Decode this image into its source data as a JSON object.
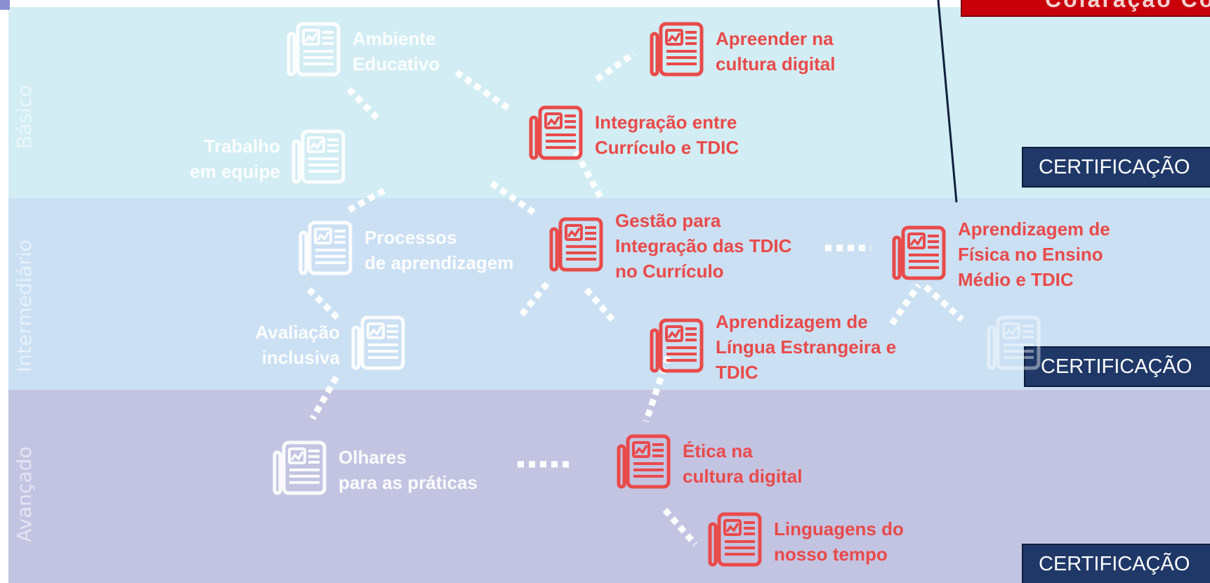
{
  "levels": [
    {
      "label": "Básico"
    },
    {
      "label": "Intermediário"
    },
    {
      "label": "Avançado"
    }
  ],
  "banner": {
    "text": "Colaração Co"
  },
  "certifications": [
    {
      "label": "CERTIFICAÇÃO"
    },
    {
      "label": "CERTIFICAÇÃO"
    },
    {
      "label": "CERTIFICAÇÃO"
    }
  ],
  "courses": [
    {
      "lines": [
        "Ambiente",
        "Educativo"
      ],
      "state": "optional"
    },
    {
      "lines": [
        "Trabalho",
        "em equipe"
      ],
      "state": "optional"
    },
    {
      "lines": [
        "Apreender na",
        "cultura digital"
      ],
      "state": "selected"
    },
    {
      "lines": [
        "Integração entre",
        "Currículo e TDIC"
      ],
      "state": "selected"
    },
    {
      "lines": [
        "Processos",
        "de aprendizagem"
      ],
      "state": "optional"
    },
    {
      "lines": [
        "Gestão para",
        "Integração das TDIC",
        "no Currículo"
      ],
      "state": "selected"
    },
    {
      "lines": [
        "Aprendizagem de",
        "Física no Ensino",
        "Médio e TDIC"
      ],
      "state": "selected"
    },
    {
      "lines": [
        "Avaliação",
        "inclusiva"
      ],
      "state": "optional"
    },
    {
      "lines": [
        "Aprendizagem de",
        "Língua Estrangeira e",
        "TDIC"
      ],
      "state": "selected"
    },
    {
      "lines": [],
      "state": "optional"
    },
    {
      "lines": [
        "Olhares",
        "para as práticas"
      ],
      "state": "optional"
    },
    {
      "lines": [
        "Ética na",
        "cultura digital"
      ],
      "state": "selected"
    },
    {
      "lines": [
        "Linguagens do",
        "nosso tempo"
      ],
      "state": "selected"
    }
  ],
  "colors": {
    "selected": "#e94a4a",
    "optional": "#ffffff",
    "basico": "#d2edf3",
    "intermediario": "#cbe0f3",
    "avancado": "#c3c4e2",
    "certification": "#1f3868",
    "banner": "#c8000a"
  },
  "icons": {
    "course": "newspaper-icon"
  }
}
